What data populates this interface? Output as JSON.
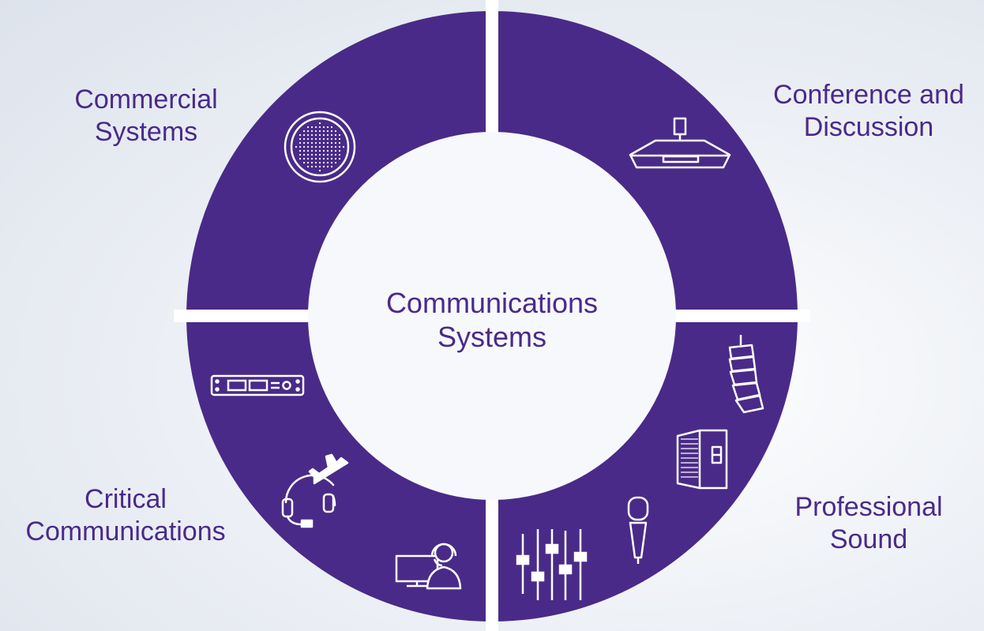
{
  "center_title": {
    "line1": "Communications",
    "line2": "Systems"
  },
  "segments": [
    {
      "name": "commercial",
      "line1": "Commercial",
      "line2": "Systems",
      "icons": [
        "ceiling-speaker-icon"
      ]
    },
    {
      "name": "conference",
      "line1": "Conference and",
      "line2": "Discussion",
      "icons": [
        "conference-unit-icon"
      ]
    },
    {
      "name": "professional",
      "line1": "Professional",
      "line2": "Sound",
      "icons": [
        "line-array-icon",
        "loudspeaker-icon",
        "microphone-icon",
        "mixer-faders-icon"
      ]
    },
    {
      "name": "critical",
      "line1": "Critical",
      "line2": "Communications",
      "icons": [
        "rack-unit-icon",
        "aviation-headset-icon",
        "operator-console-icon"
      ]
    }
  ],
  "colors": {
    "segment": "#4a2a88",
    "text": "#4a2a8a",
    "icon_stroke": "#ffffff"
  }
}
